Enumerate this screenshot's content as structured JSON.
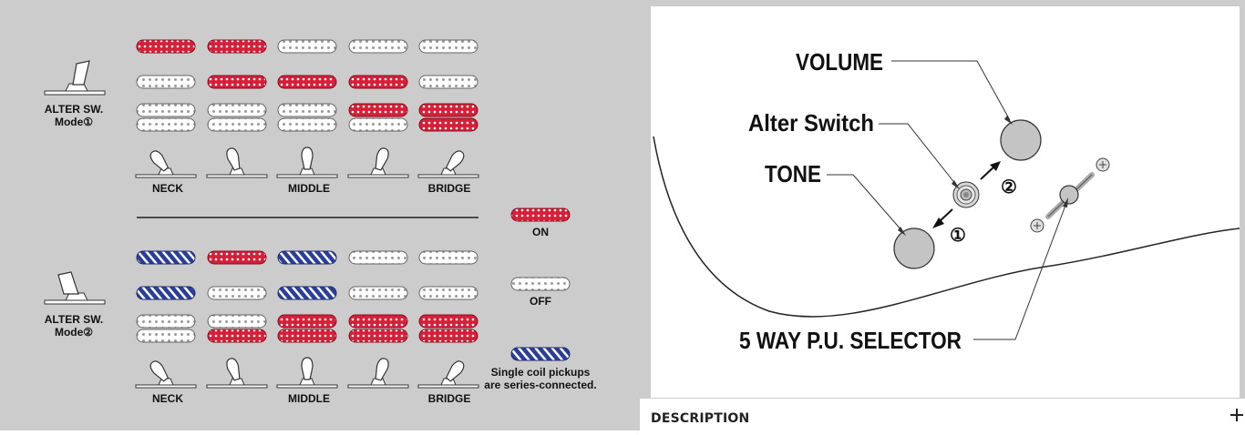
{
  "left": {
    "mode1_label_line1": "ALTER SW.",
    "mode1_label_line2": "Mode①",
    "mode2_label_line1": "ALTER SW.",
    "mode2_label_line2": "Mode②",
    "positions": [
      "NECK",
      "",
      "MIDDLE",
      "",
      "BRIDGE"
    ],
    "legend": {
      "on_label": "ON",
      "off_label": "OFF",
      "series_line1": "Single coil pickups",
      "series_line2": "are series-connected."
    },
    "mode1_states": {
      "neck_single": [
        "on",
        "on",
        "off",
        "off",
        "off"
      ],
      "middle_single": [
        "off",
        "on",
        "on",
        "on",
        "off"
      ],
      "bridge_top": [
        "off",
        "off",
        "off",
        "on",
        "on"
      ],
      "bridge_bottom": [
        "off",
        "off",
        "off",
        "off",
        "on"
      ]
    },
    "mode2_states": {
      "neck_single": [
        "series",
        "on",
        "series",
        "off",
        "off"
      ],
      "middle_single": [
        "series",
        "off",
        "series",
        "off",
        "off"
      ],
      "bridge_top": [
        "off",
        "off",
        "on",
        "on",
        "on"
      ],
      "bridge_bottom": [
        "off",
        "on",
        "on",
        "on",
        "on"
      ]
    },
    "colors": {
      "on": "#d5203a",
      "series": "#2b3f9a",
      "background": "#cccccc"
    }
  },
  "right": {
    "volume_label": "VOLUME",
    "alter_label": "Alter Switch",
    "tone_label": "TONE",
    "selector_label": "5 WAY P.U. SELECTOR",
    "marker_1": "①",
    "marker_2": "②"
  },
  "footer": {
    "description_label": "DESCRIPTION",
    "expand_icon": "plus-icon"
  }
}
